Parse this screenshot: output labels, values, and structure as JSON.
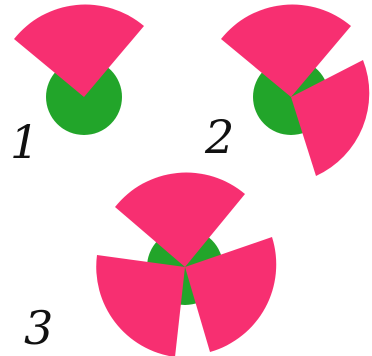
{
  "colors": {
    "background": "#ffffff",
    "core": "#22a52a",
    "petal": "#f72f71",
    "label": "#111111"
  },
  "steps": [
    {
      "label": "1",
      "petal_count": 1
    },
    {
      "label": "2",
      "petal_count": 2
    },
    {
      "label": "3",
      "petal_count": 3
    }
  ]
}
